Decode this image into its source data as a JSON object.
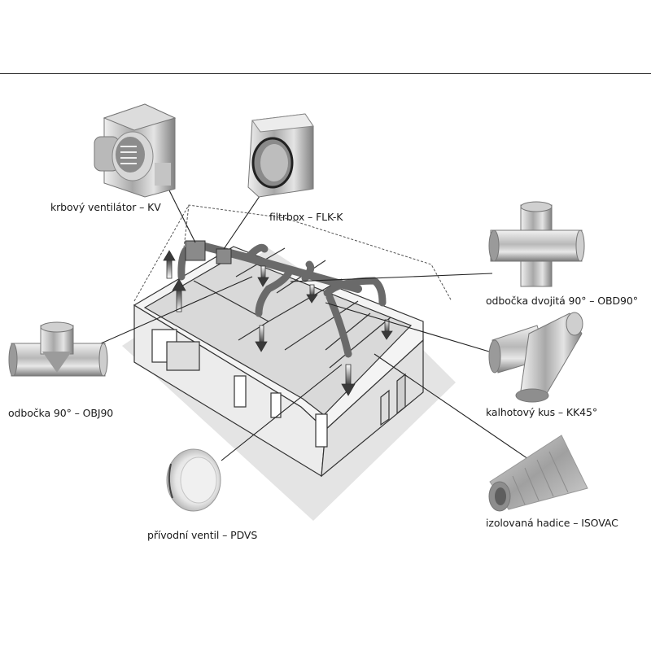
{
  "diagram": {
    "subject": "Fireplace hot-air distribution system",
    "components": [
      {
        "id": "kv",
        "label": "krbový ventilátor – KV",
        "icon": "fireplace-fan-box-icon"
      },
      {
        "id": "flk",
        "label": "filtrbox – FLK-K",
        "icon": "filter-box-icon"
      },
      {
        "id": "obd",
        "label": "odbočka dvojitá 90° – OBD90°",
        "icon": "cross-fitting-icon"
      },
      {
        "id": "kk",
        "label": "kalhotový kus – KK45°",
        "icon": "y-fitting-icon"
      },
      {
        "id": "isovac",
        "label": "izolovaná hadice – ISOVAC",
        "icon": "insulated-hose-icon"
      },
      {
        "id": "pdvs",
        "label": "přívodní ventil – PDVS",
        "icon": "supply-valve-icon"
      },
      {
        "id": "obj",
        "label": "odbočka 90° – OBJ90",
        "icon": "tee-fitting-icon"
      }
    ],
    "colors": {
      "text": "#1a1a1a",
      "metal_light": "#e6e6e6",
      "metal_mid": "#a9a9a9",
      "metal_dark": "#5a5a5a",
      "duct": "#6e6e6e",
      "wall": "#ececec",
      "shadow": "#e2e2e2"
    }
  }
}
